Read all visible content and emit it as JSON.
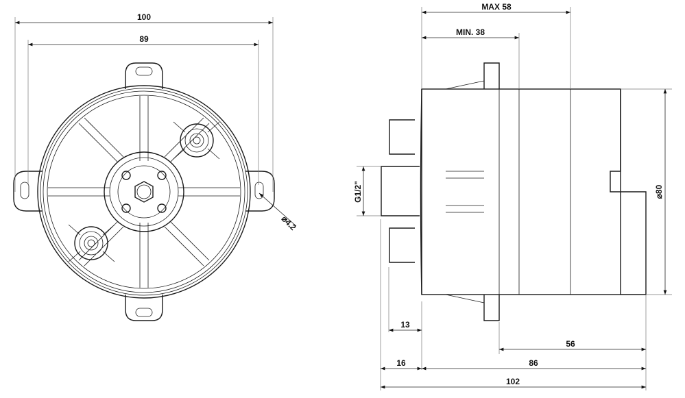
{
  "front_view": {
    "dim_overall_width": "100",
    "dim_hole_spacing": "89",
    "dim_hole_diameter": "⌀4.2"
  },
  "side_view": {
    "dim_max_depth": "MAX 58",
    "dim_min_depth": "MIN. 38",
    "dim_diameter": "⌀80",
    "dim_thread": "G1/2\"",
    "dim_inlet_13": "13",
    "dim_inlet_16": "16",
    "dim_body_86": "86",
    "dim_rear_56": "56",
    "dim_total_102": "102"
  },
  "colors": {
    "line": "#1a1a1a",
    "background": "#ffffff"
  }
}
